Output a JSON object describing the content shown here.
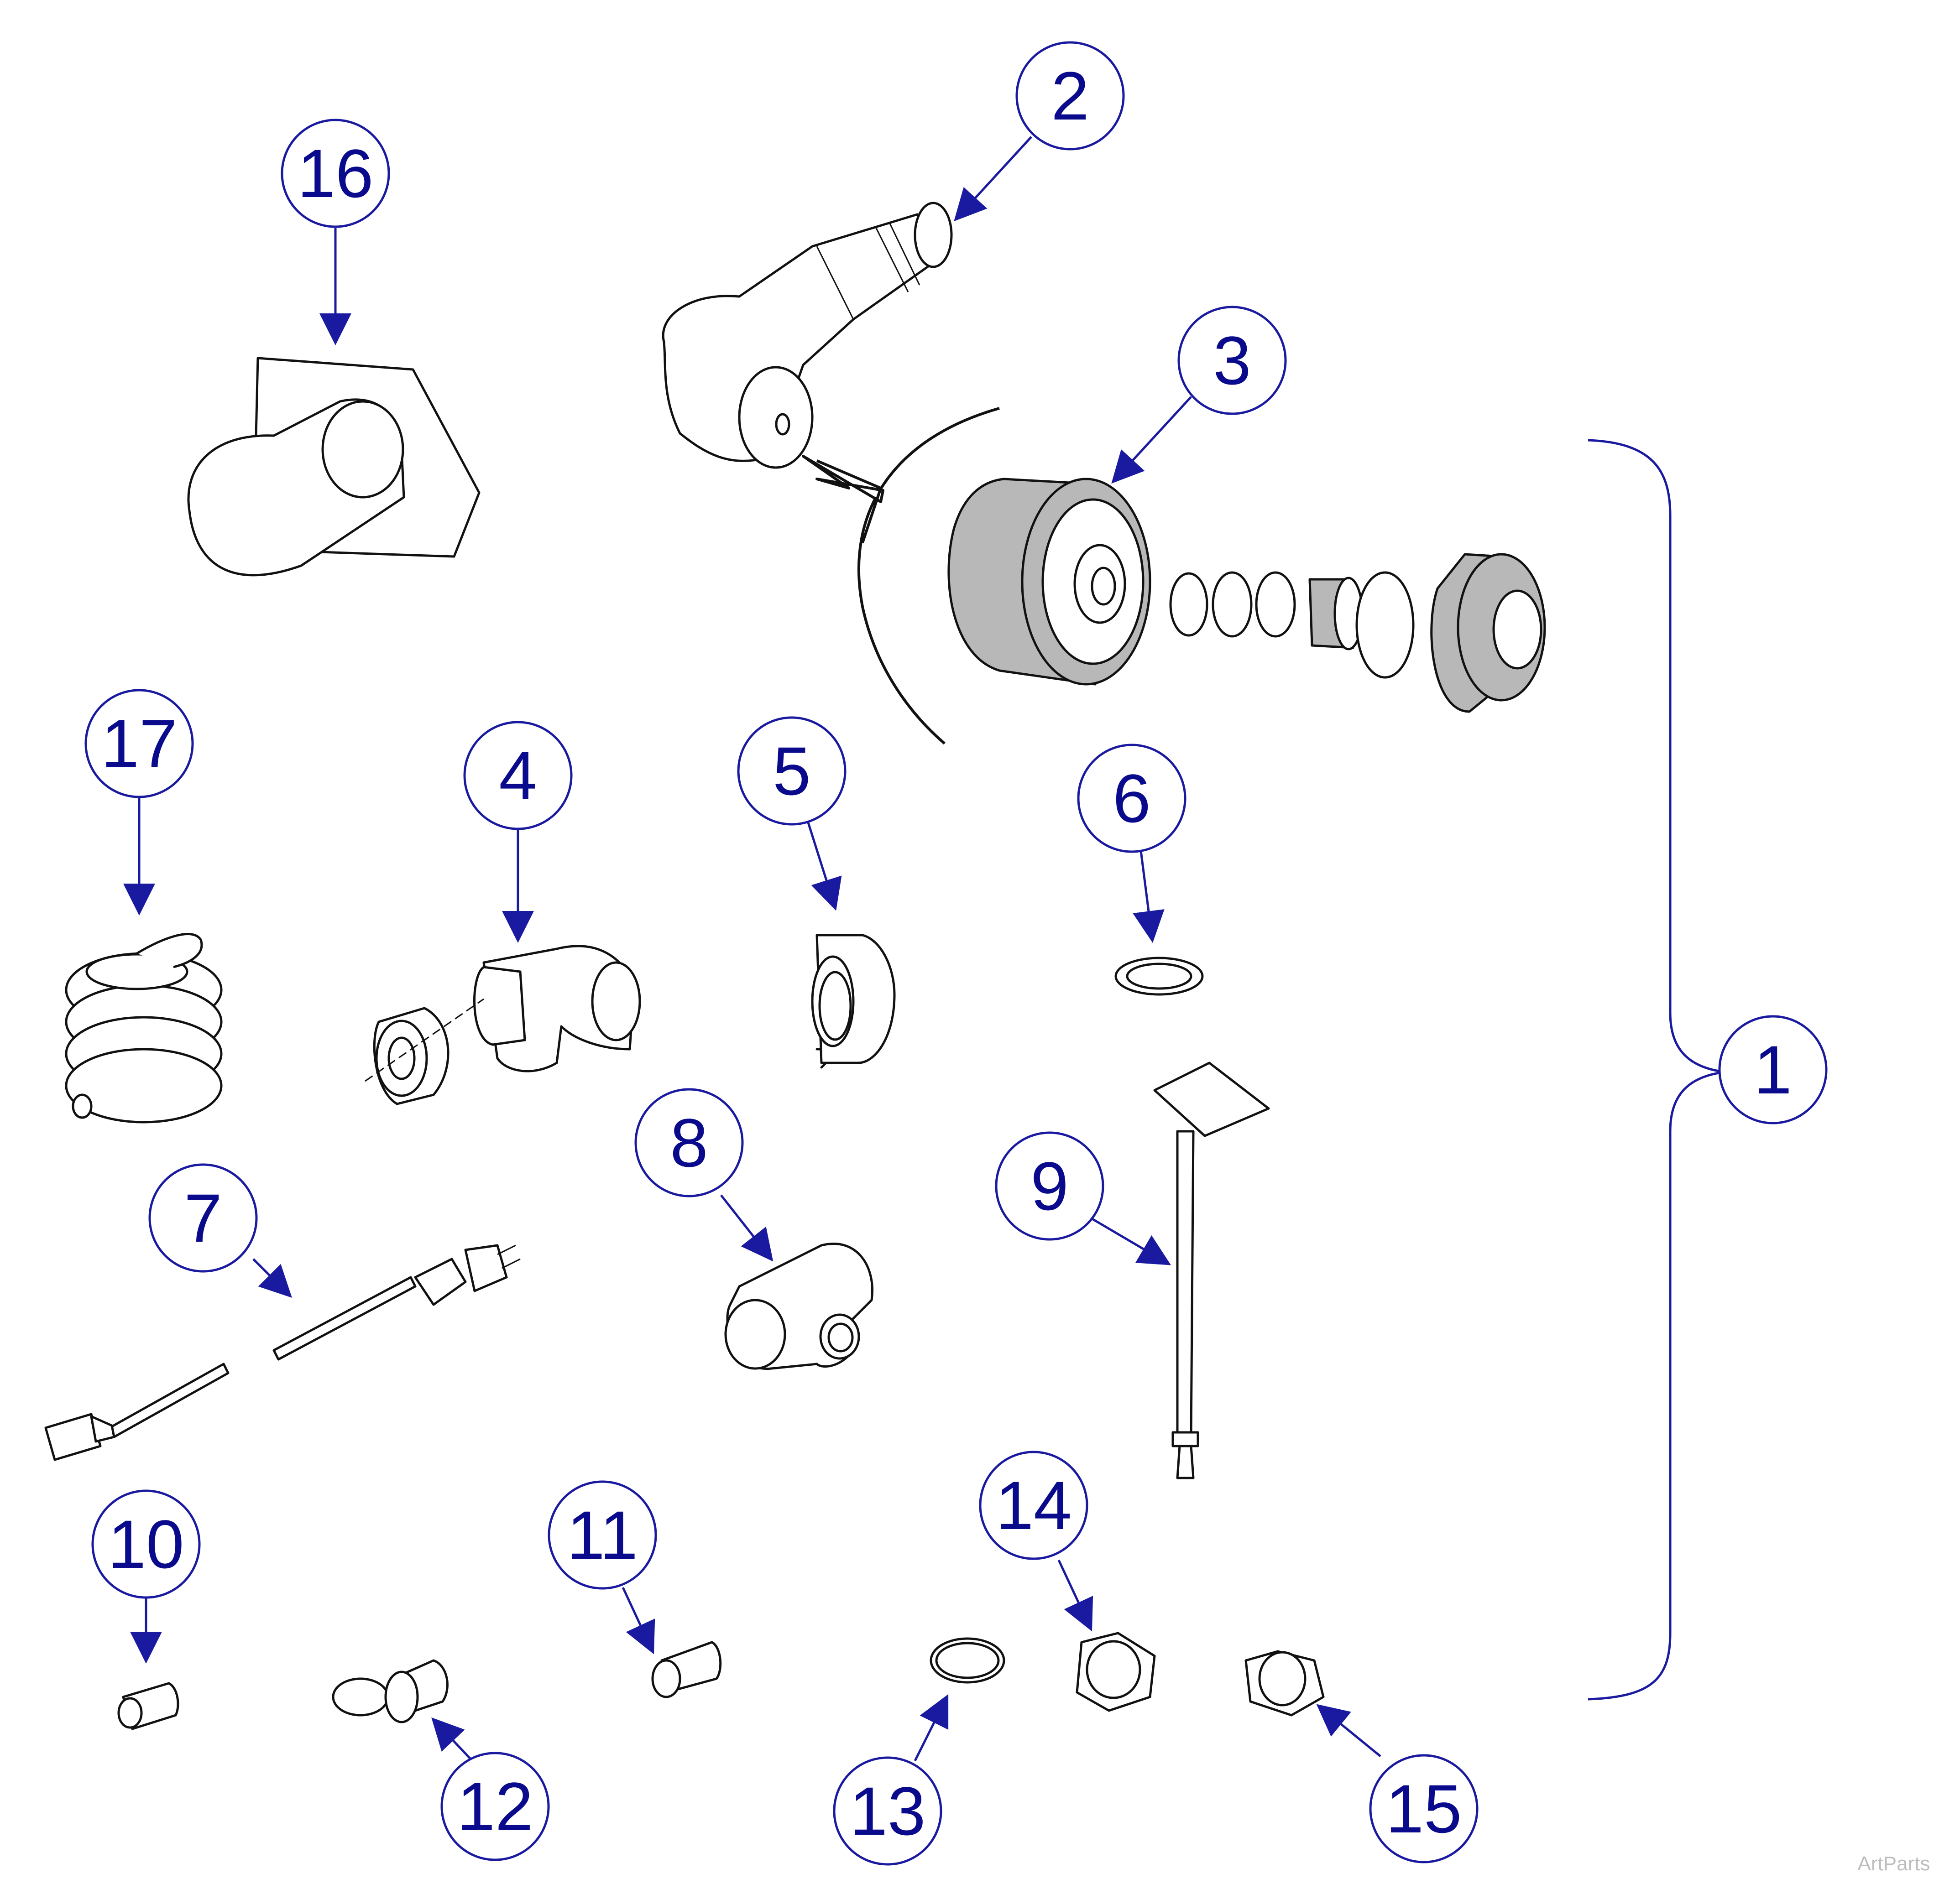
{
  "diagram": {
    "item_numbers": [
      "1",
      "2",
      "3",
      "4",
      "5",
      "6",
      "7",
      "8",
      "9",
      "10",
      "11",
      "12",
      "13",
      "14",
      "15",
      "16",
      "17"
    ]
  },
  "watermark": "ArtParts"
}
